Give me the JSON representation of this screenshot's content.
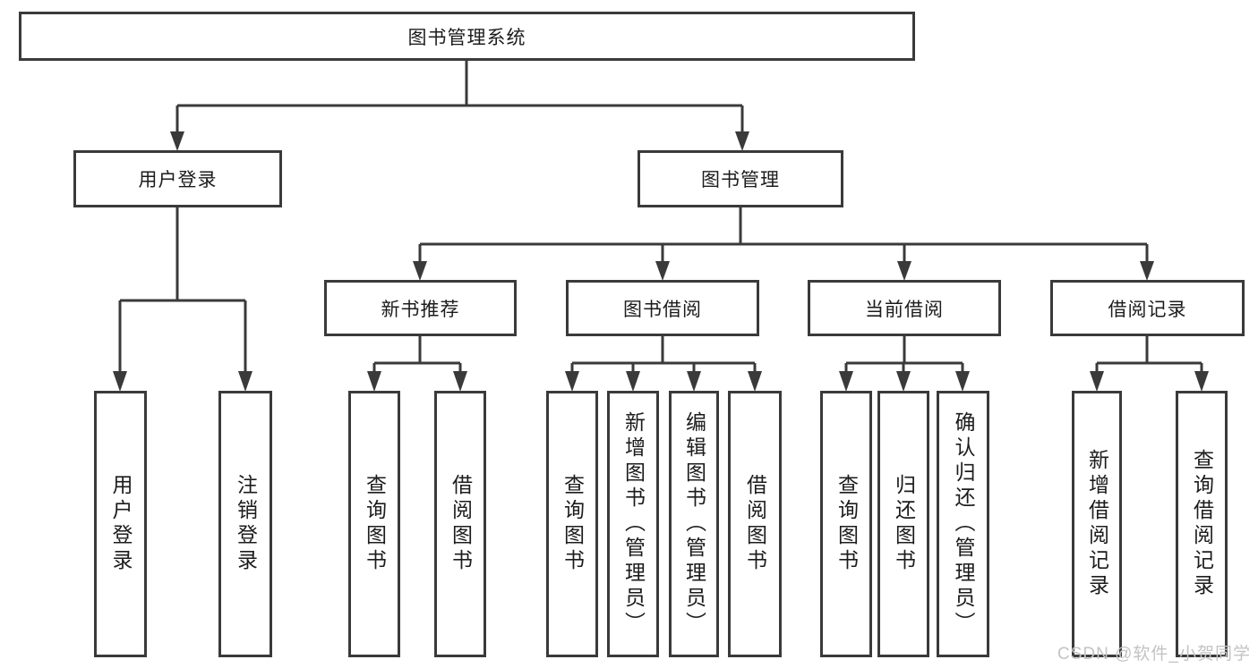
{
  "title": "图书管理系统",
  "branches": {
    "user_login": {
      "label": "用户登录",
      "children": [
        "用户登录",
        "注销登录"
      ]
    },
    "book_management": {
      "label": "图书管理",
      "sections": {
        "new_book": {
          "label": "新书推荐",
          "children": [
            "查询图书",
            "借阅图书"
          ]
        },
        "borrow": {
          "label": "图书借阅",
          "children": [
            "查询图书",
            "新增图书（管理员）",
            "编辑图书（管理员）",
            "借阅图书"
          ]
        },
        "current": {
          "label": "当前借阅",
          "children": [
            "查询图书",
            "归还图书",
            "确认归还（管理员）"
          ]
        },
        "records": {
          "label": "借阅记录",
          "children": [
            "新增借阅记录",
            "查询借阅记录"
          ]
        }
      }
    }
  },
  "watermark": "CSDN @软件_小贺同学",
  "colors": {
    "line": "#3a3a3a",
    "text": "#1c1c1c",
    "watermark": "#c3c3c3",
    "background": "#ffffff"
  }
}
